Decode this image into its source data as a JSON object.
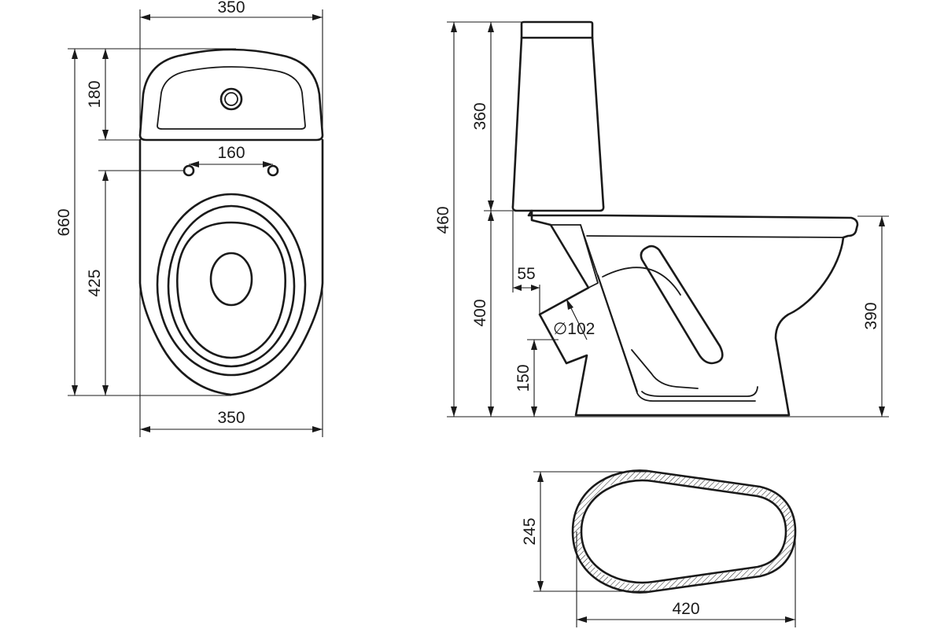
{
  "top_view": {
    "width_top": "350",
    "tank_depth": "180",
    "bolt_spacing": "160",
    "total_length": "660",
    "bolt_to_front": "425",
    "width_bottom": "350"
  },
  "side_view": {
    "tank_height": "360",
    "total_height": "460",
    "outlet_offset": "55",
    "outlet_diameter": "∅102",
    "bowl_height": "400",
    "outlet_height": "150",
    "rim_height": "390"
  },
  "footprint_view": {
    "depth": "245",
    "length": "420"
  },
  "colors": {
    "line": "#1a1a1a",
    "background": "#ffffff"
  }
}
